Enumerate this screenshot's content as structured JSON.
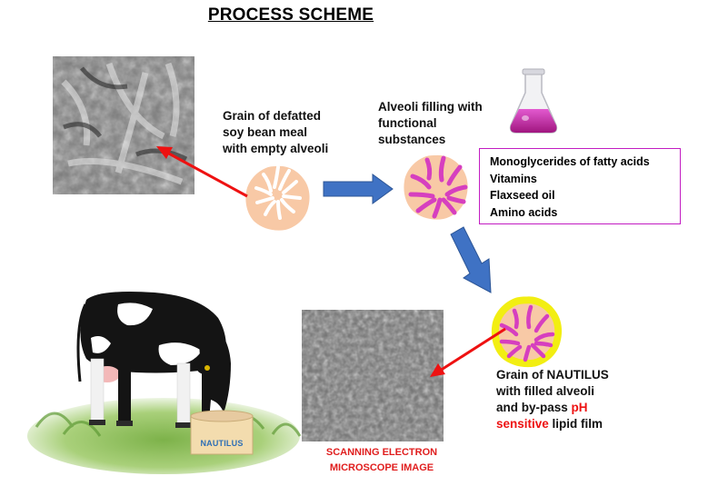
{
  "title": "PROCESS SCHEME",
  "grain_label": [
    "Grain of defatted",
    "soy bean meal",
    "with empty alveoli"
  ],
  "alveoli_label": [
    "Alveoli filling with",
    "functional",
    "substances"
  ],
  "substances": [
    "Monoglycerides of fatty acids",
    "Vitamins",
    "Flaxseed oil",
    "Amino acids"
  ],
  "nautilus_label": {
    "line1": "Grain of NAUTILUS",
    "line2": "with filled alveoli",
    "line3_prefix": "and by-pass ",
    "line3_red": "pH",
    "line4_red": "sensitive",
    "line4_suffix": " lipid film"
  },
  "sem_caption": [
    "SCANNING ELECTRON",
    "MICROSCOPE IMAGE"
  ],
  "bag_label": "NAUTILUS",
  "colors": {
    "grain_fill": "#f8c9a6",
    "alveoli_fill": "#d63fbf",
    "film_yellow": "#f2ee12",
    "flow_arrow": "#3f72c4",
    "pointer_arrow": "#ee1111",
    "box_border": "#c21cc2"
  }
}
